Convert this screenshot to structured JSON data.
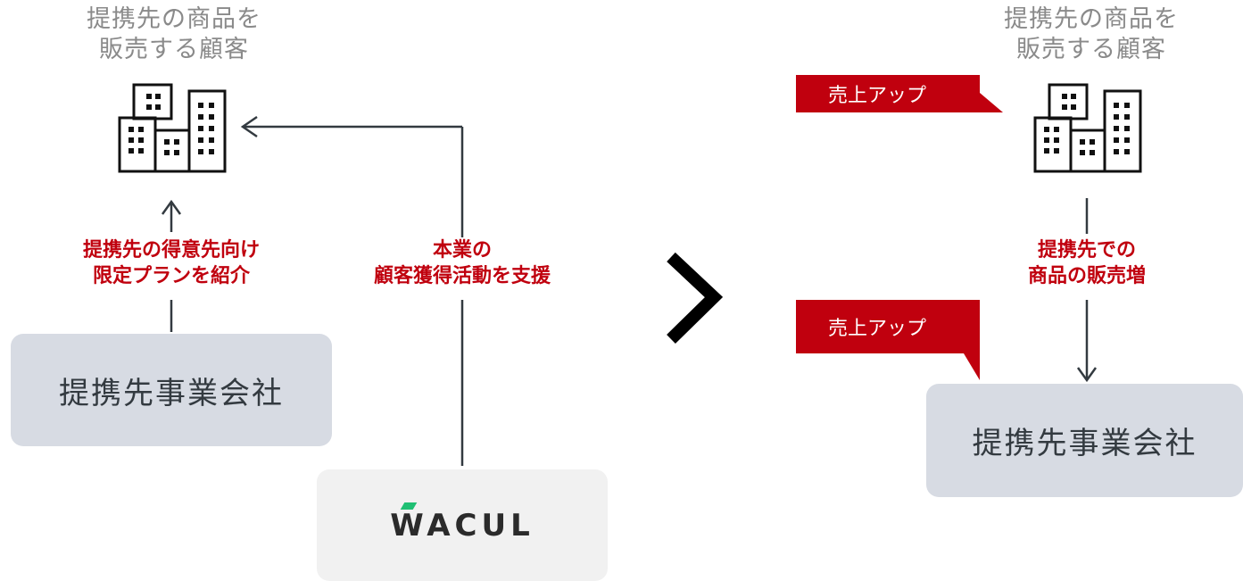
{
  "left": {
    "customer_caption": [
      "提携先の商品を",
      "販売する顧客"
    ],
    "partner_label": [
      "提携先の得意先向け",
      "限定プランを紹介"
    ],
    "wacul_label": [
      "本業の",
      "顧客獲得活動を支援"
    ],
    "partner_company": "提携先事業会社",
    "wacul_logo": "WACUL"
  },
  "right": {
    "customer_caption": [
      "提携先の商品を",
      "販売する顧客"
    ],
    "sales_label": [
      "提携先での",
      "商品の販売増"
    ],
    "partner_company": "提携先事業会社",
    "badge_top": "売上アップ",
    "badge_bottom": "売上アップ"
  },
  "colors": {
    "accent_red": "#c0000e",
    "box_gray": "#d7dbe3",
    "wacul_green": "#1fbf73"
  },
  "icons": {
    "building": "building-icon",
    "transition": "chevron-right-icon"
  }
}
